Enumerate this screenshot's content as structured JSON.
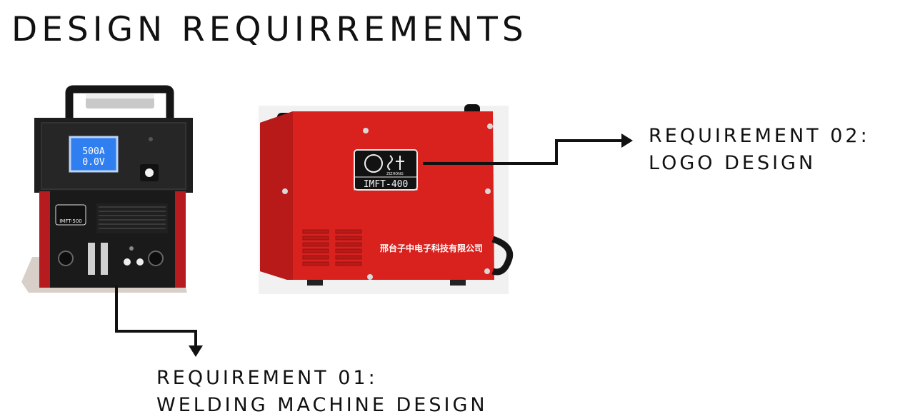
{
  "title": "DESIGN REQUIRREMENTS",
  "requirements": [
    {
      "line1": "REQUIREMENT 02:",
      "line2": "LOGO DESIGN"
    },
    {
      "line1": "REQUIREMENT 01:",
      "line2": "WELDING MACHINE DESIGN"
    }
  ],
  "machine_front": {
    "display_current": "500A",
    "display_voltage": "0.0V",
    "model": "IMFT-500"
  },
  "machine_side": {
    "model": "IMFT-400",
    "brand_text": "ZIZHONG",
    "company": "邢台子中电子科技有限公司"
  },
  "colors": {
    "machine_red": "#d9211e",
    "panel_black": "#1c1c1c",
    "display_blue": "#2f7ff0"
  }
}
